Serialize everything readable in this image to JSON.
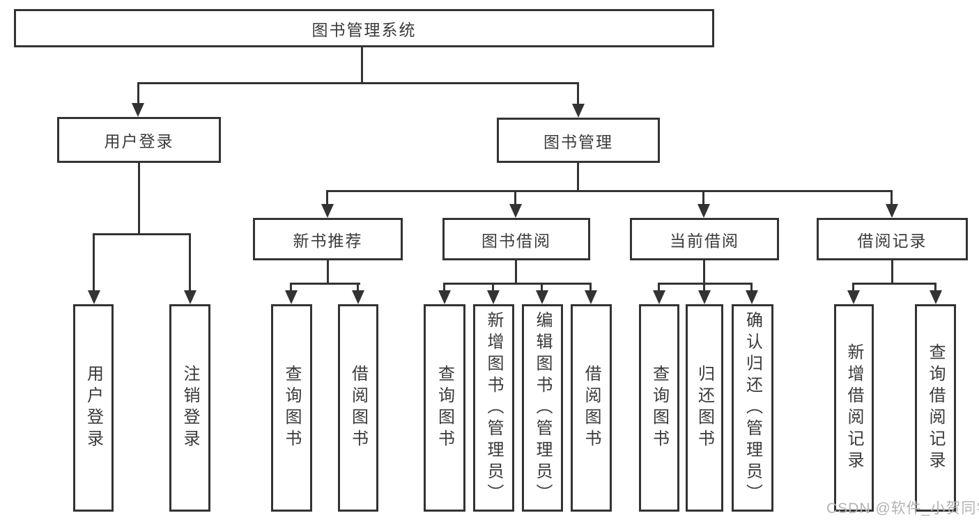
{
  "diagram": {
    "root": {
      "label": "图书管理系统"
    },
    "level2": [
      {
        "label": "用户登录"
      },
      {
        "label": "图书管理"
      }
    ],
    "level3": [
      {
        "label": "新书推荐"
      },
      {
        "label": "图书借阅"
      },
      {
        "label": "当前借阅"
      },
      {
        "label": "借阅记录"
      }
    ],
    "leaves": {
      "user_login": [
        "用户登录",
        "注销登录"
      ],
      "new_books": [
        "查询图书",
        "借阅图书"
      ],
      "book_borrow": [
        "查询图书",
        "新增图书（管理员）",
        "编辑图书（管理员）",
        "借阅图书"
      ],
      "current_borrow": [
        "查询图书",
        "归还图书",
        "确认归还（管理员）"
      ],
      "borrow_records": [
        "新增借阅记录",
        "查询借阅记录"
      ]
    }
  },
  "watermark": {
    "text": "CSDN @软件_小贺同学"
  },
  "colors": {
    "line": "#333333",
    "text": "#3a3a3a",
    "watermark": "#b3b3b3",
    "background": "#ffffff"
  }
}
